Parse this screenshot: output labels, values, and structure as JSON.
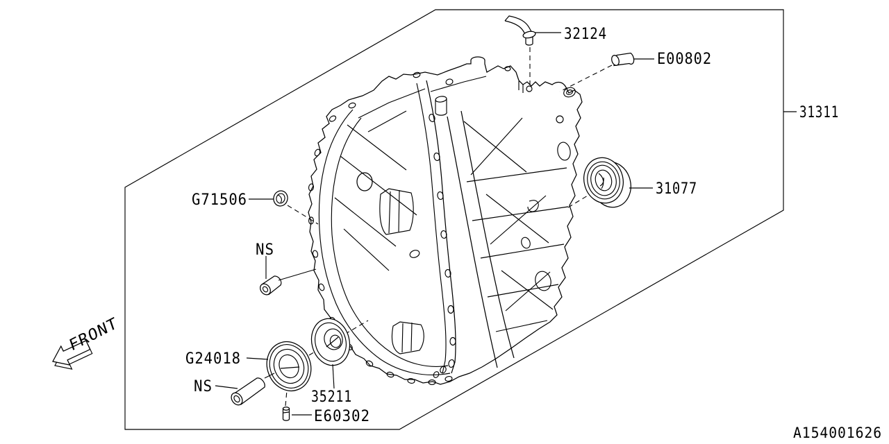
{
  "diagram": {
    "type": "parts-exploded-diagram",
    "subject": "automatic transmission case",
    "front_marker": {
      "label": "FRONT"
    },
    "footer": {
      "drawing_number": "A154001626"
    },
    "parts": [
      {
        "key": "breather-pipe",
        "label": "32124"
      },
      {
        "key": "plug",
        "label": "E00802"
      },
      {
        "key": "case",
        "label": "31311"
      },
      {
        "key": "oil-seal",
        "label": "31077"
      },
      {
        "key": "o-ring",
        "label": "G71506"
      },
      {
        "key": "bushing",
        "label": "NS"
      },
      {
        "key": "bearing",
        "label": "G24018"
      },
      {
        "key": "straight-pin",
        "label": "NS"
      },
      {
        "key": "speedometer-ring",
        "label": "35211"
      },
      {
        "key": "dowel-pin",
        "label": "E60302"
      }
    ]
  }
}
